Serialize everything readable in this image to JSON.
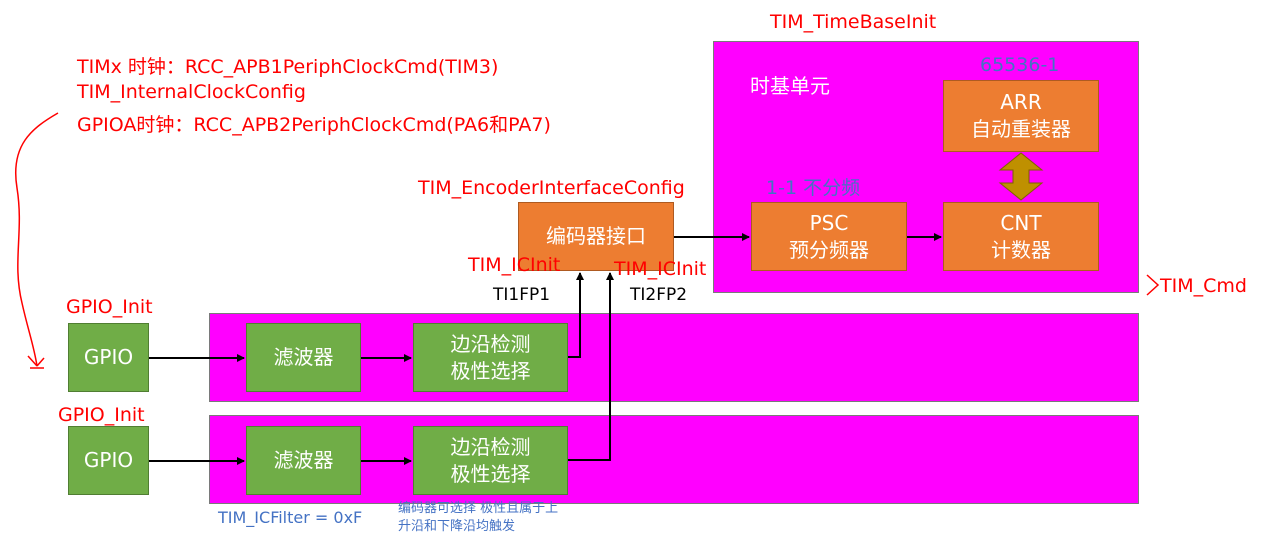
{
  "notes": {
    "lines": [
      "TIMx 时钟：RCC_APB1PeriphClockCmd(TIM3)",
      "TIM_InternalClockConfig",
      "GPIOA时钟：RCC_APB2PeriphClockCmd(PA6和PA7)"
    ]
  },
  "time_base": {
    "config_label": "TIM_TimeBaseInit",
    "title": "时基单元",
    "arr_value": "65536-1",
    "arr": [
      "ARR",
      "自动重装器"
    ],
    "psc_value": "1-1 不分频",
    "psc": [
      "PSC",
      "预分频器"
    ],
    "cnt": [
      "CNT",
      "计数器"
    ],
    "cmd_label": "TIM_Cmd"
  },
  "encoder": {
    "config_label": "TIM_EncoderInterfaceConfig",
    "label": "编码器接口"
  },
  "channels": [
    {
      "gpio_init": "GPIO_Init",
      "gpio": "GPIO",
      "filter": "滤波器",
      "edge": [
        "边沿检测",
        "极性选择"
      ],
      "ic_init": "TIM_ICInit",
      "signal": "TI1FP1"
    },
    {
      "gpio_init": "GPIO_Init",
      "gpio": "GPIO",
      "filter": "滤波器",
      "edge": [
        "边沿检测",
        "极性选择"
      ],
      "ic_init": "TIM_ICInit",
      "signal": "TI2FP2"
    }
  ],
  "filter_note": "TIM_ICFilter = 0xF",
  "polarity_note": [
    "编码器可选择 极性且属于上",
    "升沿和下降沿均触发"
  ],
  "colors": {
    "panel": "#ff00ff",
    "block_green": "#70ad47",
    "block_orange": "#ed7d31",
    "label_red": "#ff0000",
    "label_blue": "#4472c4"
  }
}
